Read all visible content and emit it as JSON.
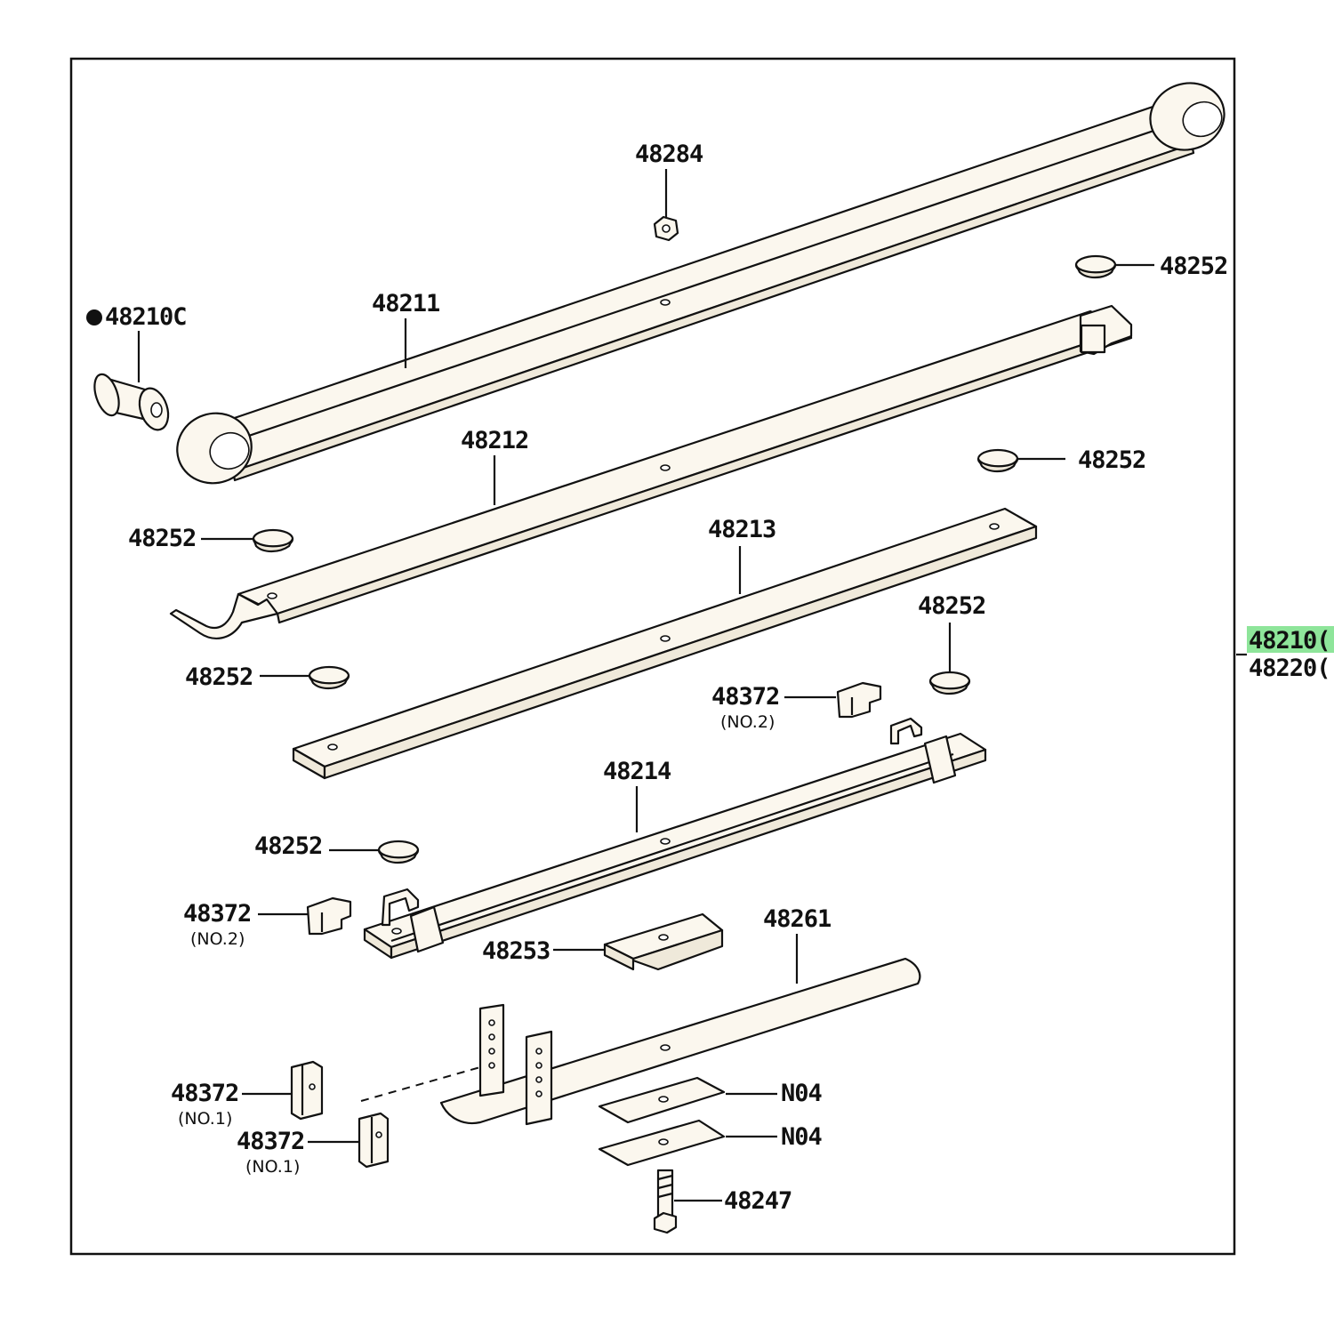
{
  "labels": {
    "p48284": "48284",
    "p48252_a": "48252",
    "p48210c": "48210C",
    "p48211": "48211",
    "p48212": "48212",
    "p48252_b": "48252",
    "p48252_c": "48252",
    "p48213": "48213",
    "p48252_d": "48252",
    "p48252_e": "48252",
    "p48372_a": "48372",
    "p48372_a_sub": "(NO.2)",
    "p48214": "48214",
    "p48252_f": "48252",
    "p48372_b": "48372",
    "p48372_b_sub": "(NO.2)",
    "p48253": "48253",
    "p48261": "48261",
    "p48372_c": "48372",
    "p48372_c_sub": "(NO.1)",
    "p48372_d": "48372",
    "p48372_d_sub": "(NO.1)",
    "pN04_a": "N04",
    "pN04_b": "N04",
    "p48247": "48247",
    "assembly_1": "48210(",
    "assembly_2": "48220("
  },
  "colors": {
    "highlight": "#8ee59a",
    "ink": "#111111"
  }
}
